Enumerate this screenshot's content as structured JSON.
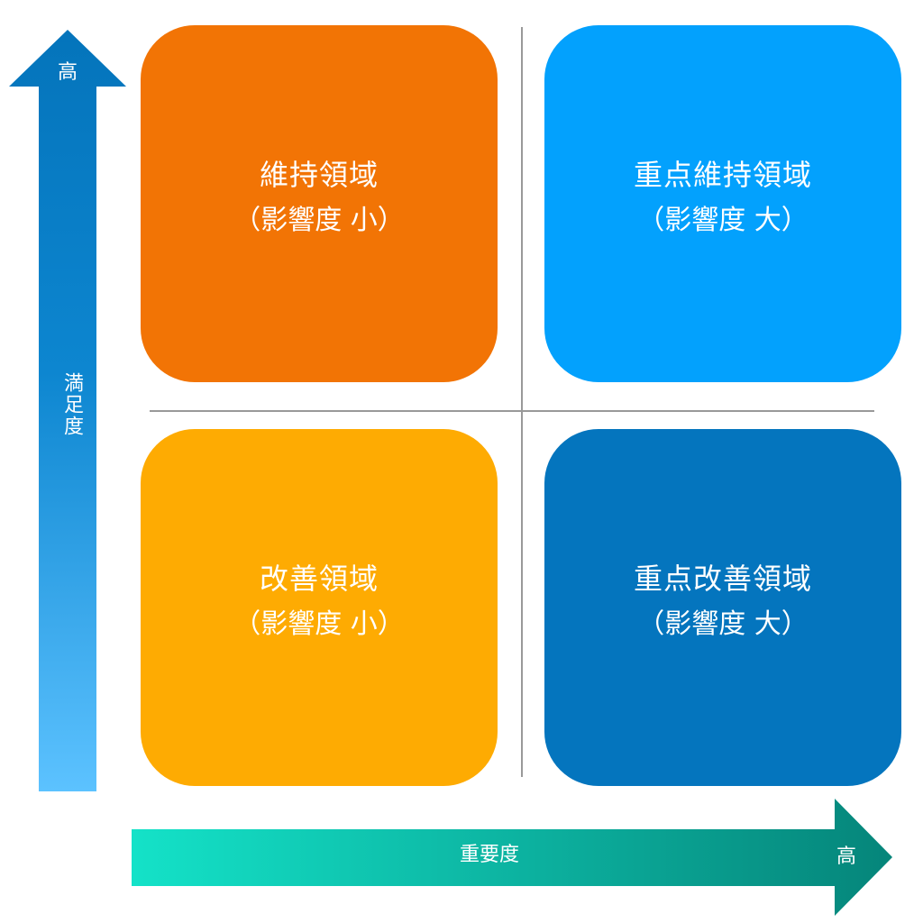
{
  "y_axis": {
    "title": "満足度",
    "high_label": "高"
  },
  "x_axis": {
    "title": "重要度",
    "high_label": "高"
  },
  "quadrants": {
    "top_left": {
      "title": "維持領域",
      "subtitle": "（影響度 小）",
      "color": "#f27405"
    },
    "top_right": {
      "title": "重点維持領域",
      "subtitle": "（影響度 大）",
      "color": "#03a1fd"
    },
    "bottom_left": {
      "title": "改善領域",
      "subtitle": "（影響度 小）",
      "color": "#feab02"
    },
    "bottom_right": {
      "title": "重点改善領域",
      "subtitle": "（影響度 大）",
      "color": "#0475be"
    }
  },
  "colors": {
    "y_arrow_top": "#0474bb",
    "y_arrow_bottom": "#5cc2ff",
    "x_arrow_left": "#14e2c8",
    "x_arrow_right": "#05857a",
    "divider": "#999999"
  }
}
